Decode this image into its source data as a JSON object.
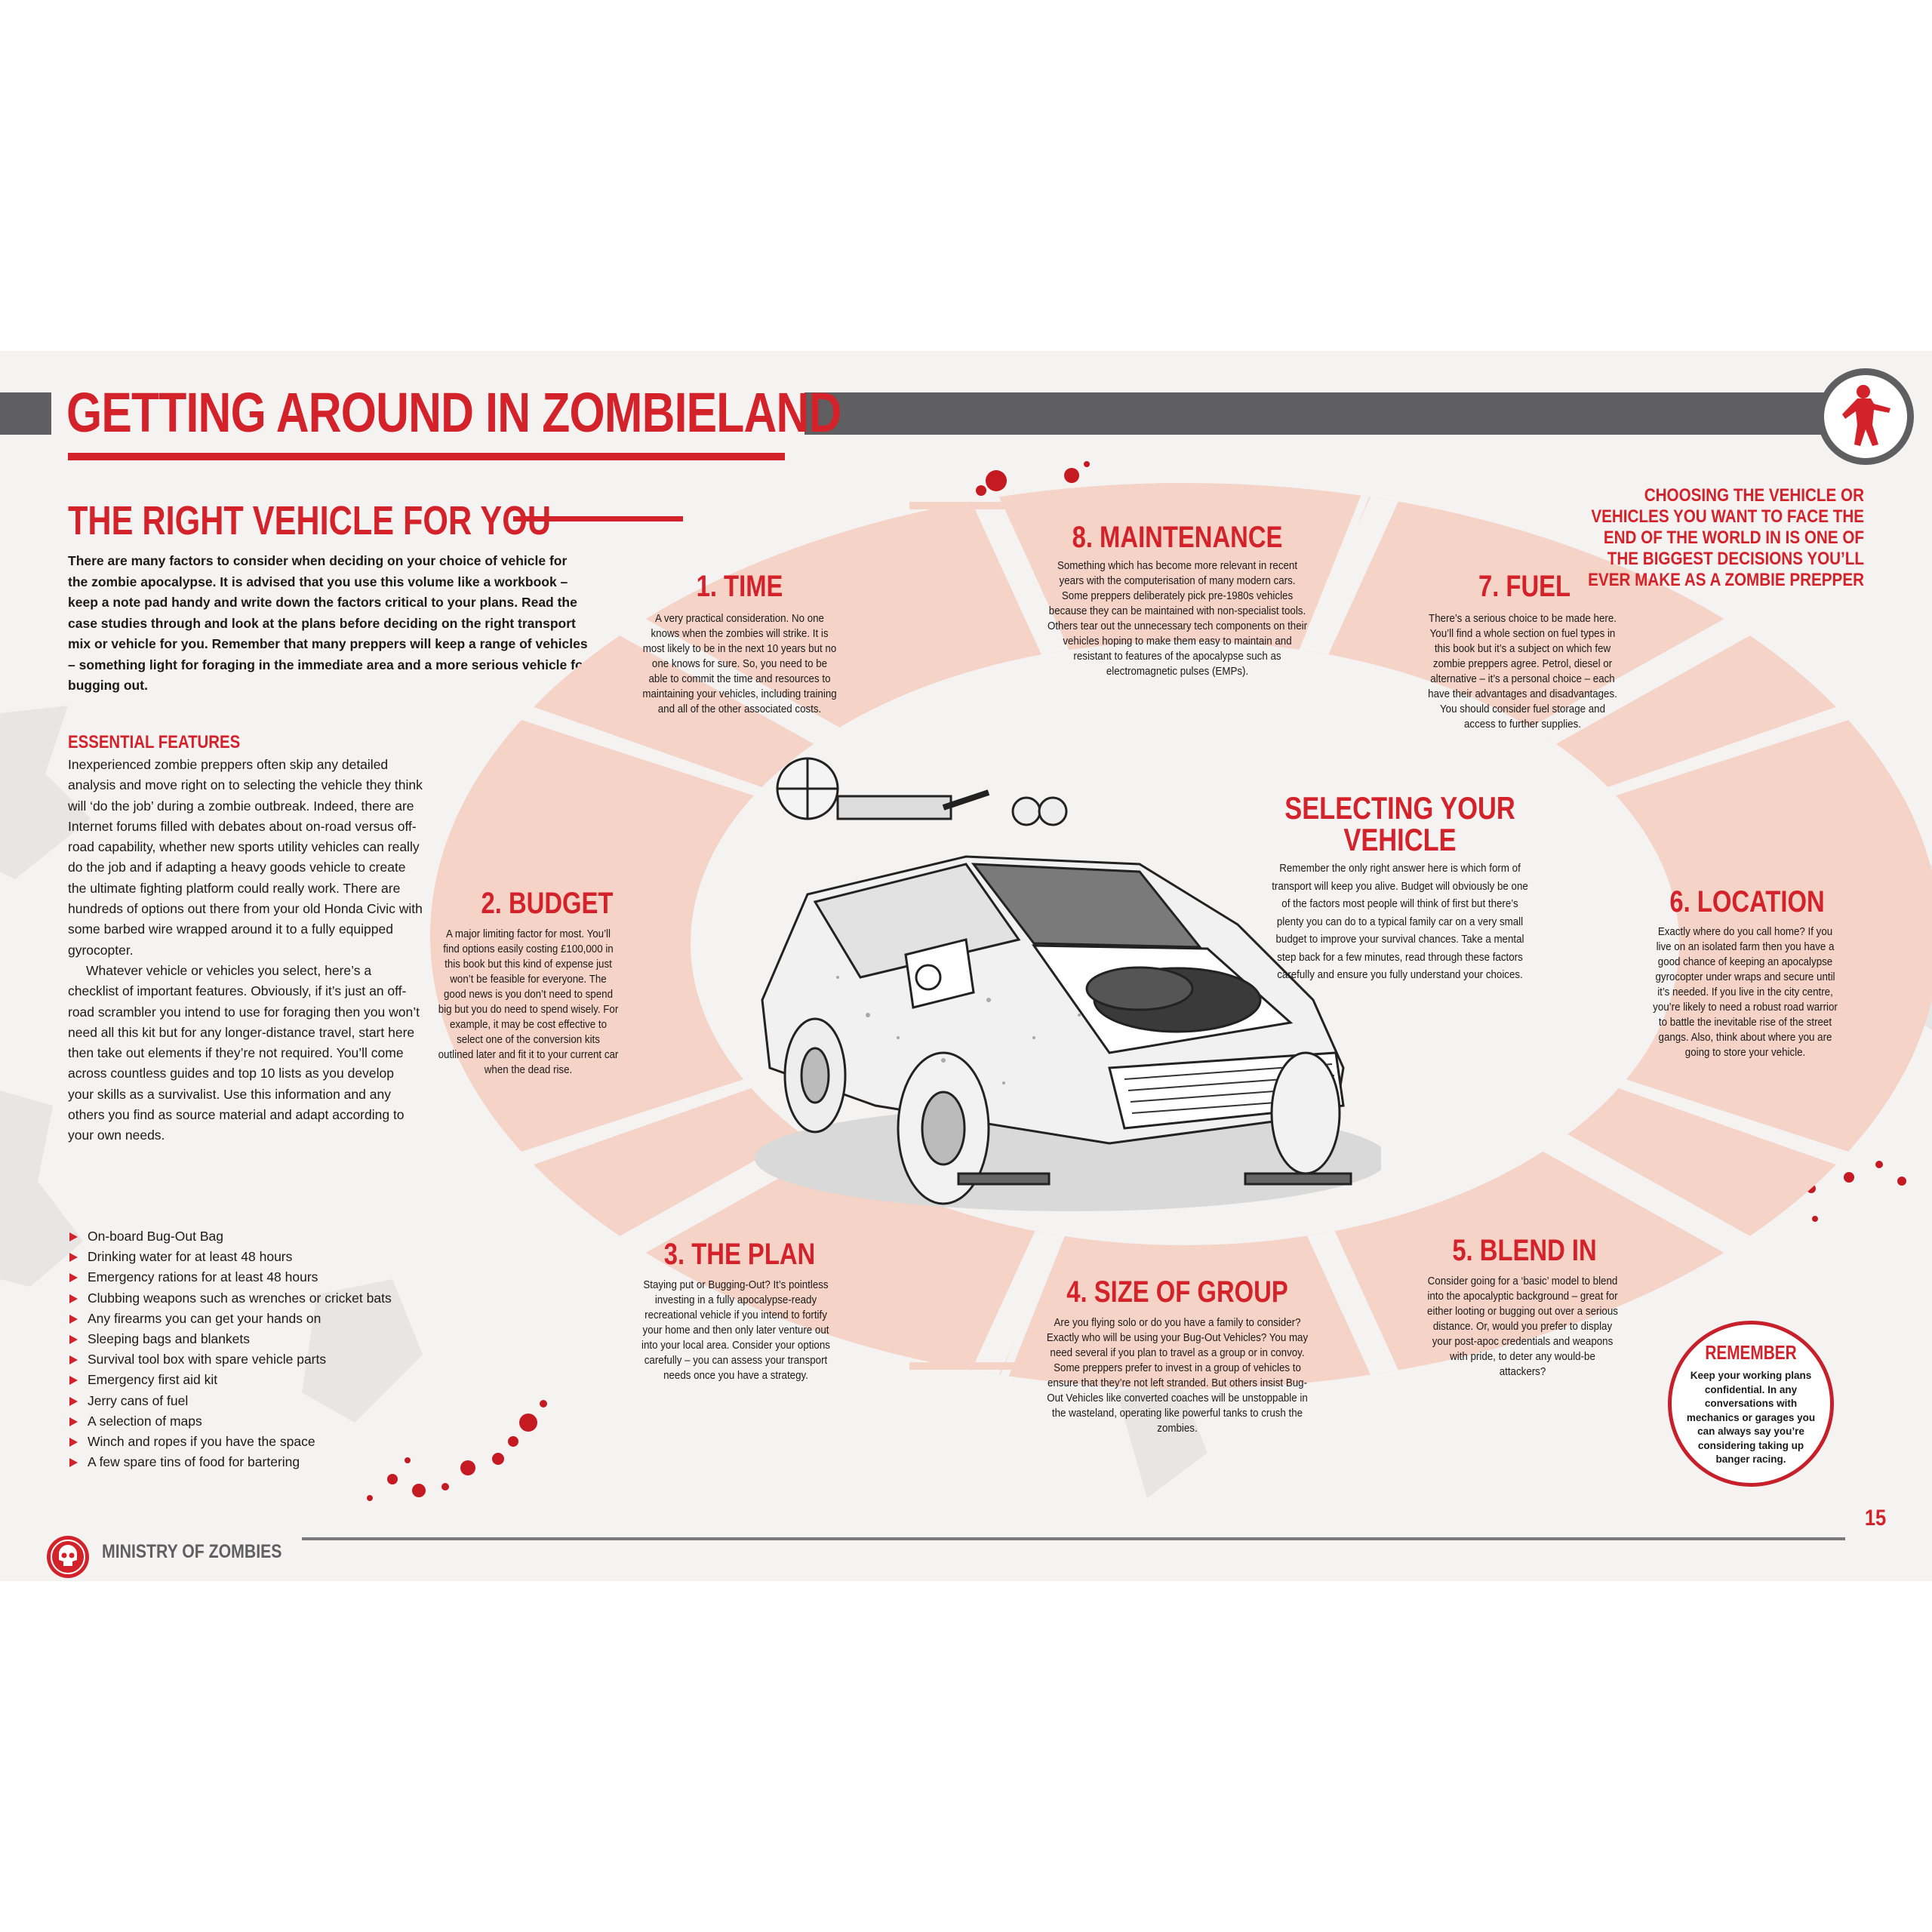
{
  "header": {
    "title": "GETTING AROUND IN ZOMBIELAND",
    "subtitle": "THE RIGHT VEHICLE FOR YOU"
  },
  "intro": "There are many factors to consider when deciding on your choice of vehicle for the zombie apocalypse. It is advised that you use this volume like a workbook – keep a note pad handy and write down the factors critical to your plans. Read the case studies through and look at the plans before deciding on the right transport mix or vehicle for you. Remember that many preppers will keep a range of vehicles – something light for foraging in the immediate area and a more serious vehicle for bugging out.",
  "features": {
    "heading": "ESSENTIAL FEATURES",
    "paragraphs": [
      "Inexperienced zombie preppers often skip any detailed analysis and move right on to selecting the vehicle they think will ‘do the job’ during a zombie outbreak. Indeed, there are Internet forums filled with debates about on-road versus off-road capability, whether new sports utility vehicles can really do the job and if adapting a heavy goods vehicle to create the ultimate fighting platform could really work. There are hundreds of options out there from your old Honda Civic with some barbed wire wrapped around it to a fully equipped gyrocopter.",
      "Whatever vehicle or vehicles you select, here’s a checklist of important features. Obviously, if it’s just an off-road scrambler you intend to use for foraging then you won’t need all this kit but for any longer-distance travel, start here then take out elements if they’re not required. You’ll come across countless guides and top 10 lists as you develop your skills as a survivalist. Use this information and any others you find as source material and adapt according to your own needs."
    ],
    "checklist": [
      "On-board Bug-Out Bag",
      "Drinking water for at least 48 hours",
      "Emergency rations for at least 48 hours",
      "Clubbing weapons such as wrenches or cricket bats",
      "Any firearms you can get your hands on",
      "Sleeping bags and blankets",
      "Survival tool box with spare vehicle parts",
      "Emergency first aid kit",
      "Jerry cans of fuel",
      "A selection of maps",
      "Winch and ropes if you have the space",
      "A few spare tins of food for bartering"
    ]
  },
  "segments": {
    "time": {
      "title": "1. TIME",
      "text": "A very practical consideration. No one knows when the zombies will strike. It is most likely to be in the next 10 years but no one knows for sure. So, you need to be able to commit the time and resources to maintaining your vehicles, including training and all of the other associated costs."
    },
    "budget": {
      "title": "2. BUDGET",
      "text": "A major limiting factor for most. You’ll find options easily costing £100,000 in this book but this kind of expense just won’t be feasible for everyone. The good news is you don’t need to spend big but you do need to spend wisely. For example, it may be cost effective to select one of the conversion kits outlined later and fit it to your current car when the dead rise."
    },
    "plan": {
      "title": "3. THE PLAN",
      "text": "Staying put or Bugging-Out? It’s pointless investing in a fully apocalypse-ready recreational vehicle if you intend to fortify your home and then only later venture out into your local area. Consider your options carefully – you can assess your transport needs once you have a strategy."
    },
    "group": {
      "title": "4. SIZE OF GROUP",
      "text": "Are you flying solo or do you have a family to consider? Exactly who will be using your Bug-Out Vehicles? You may need several if you plan to travel as a group or in convoy. Some preppers prefer to invest in a group of vehicles to ensure that they’re not left stranded. But others insist Bug-Out Vehicles like converted coaches will be unstoppable in the wasteland, operating like powerful tanks to crush the zombies."
    },
    "blend": {
      "title": "5. BLEND IN",
      "text": "Consider going for a ‘basic’ model to blend into the apocalyptic background – great for either looting or bugging out over a serious distance. Or, would you prefer to display your post-apoc credentials and weapons with pride, to deter any would-be attackers?"
    },
    "location": {
      "title": "6. LOCATION",
      "text": "Exactly where do you call home? If you live on an isolated farm then you have a good chance of keeping an apocalypse gyrocopter under wraps and secure until it’s needed. If you live in the city centre, you’re likely to need a robust road warrior to battle the inevitable rise of the street gangs. Also, think about where you are going to store your vehicle."
    },
    "fuel": {
      "title": "7. FUEL",
      "text": "There’s a serious choice to be made here. You’ll find a whole section on fuel types in this book but it’s a subject on which few zombie preppers agree. Petrol, diesel or alternative – it’s a personal choice – each have their advantages and disadvantages. You should consider fuel storage and access to further supplies."
    },
    "maintenance": {
      "title": "8. MAINTENANCE",
      "text": "Something which has become more relevant in recent years with the computerisation of many modern cars. Some preppers deliberately pick pre-1980s vehicles because they can be maintained with non-specialist tools. Others tear out the unnecessary tech components on their vehicles hoping to make them easy to maintain and resistant to features of the apocalypse such as electromagnetic pulses (EMPs)."
    }
  },
  "center": {
    "title": "SELECTING YOUR VEHICLE",
    "text": "Remember the only right answer here is which form of transport will keep you alive. Budget will obviously be one of the factors most people will think of first but there’s plenty you can do to a typical family car on a very small budget to improve your survival chances. Take a mental step back for a few minutes, read through these factors carefully and ensure you fully understand your choices."
  },
  "callout": "CHOOSING THE VEHICLE OR VEHICLES YOU WANT TO FACE THE END OF THE WORLD IN IS ONE OF THE BIGGEST DECISIONS YOU’LL EVER MAKE AS A ZOMBIE PREPPER",
  "remember": {
    "title": "REMEMBER",
    "text": "Keep your working plans confidential. In any conversations with mechanics or garages you can always say you’re considering taking up banger racing."
  },
  "footer": {
    "label": "MINISTRY OF ZOMBIES",
    "page_number": "15"
  },
  "colors": {
    "accent_red": "#d3222a",
    "segment_fill": "#f5d3c6",
    "bar_grey": "#5f5f61",
    "page_bg": "#f4f3f2"
  },
  "icons": [
    "zombie-icon",
    "skull-logo-icon",
    "vehicle-illustration"
  ]
}
